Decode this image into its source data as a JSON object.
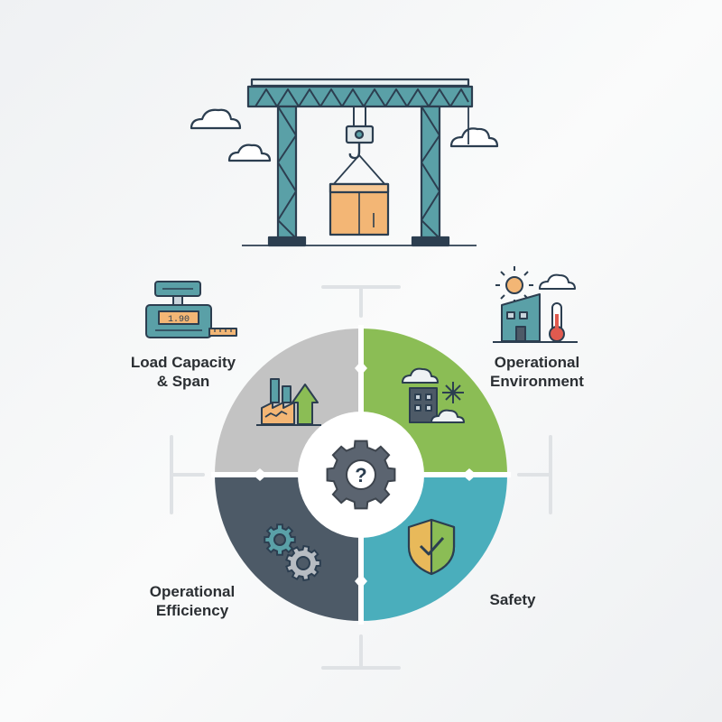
{
  "quadrants": [
    {
      "id": "load-capacity",
      "lines": [
        "Load Capacity",
        "& Span"
      ],
      "color": "#c3c3c3"
    },
    {
      "id": "operational-environment",
      "lines": [
        "Operational",
        "Environment"
      ],
      "color": "#8bbd55"
    },
    {
      "id": "operational-efficiency",
      "lines": [
        "Operational",
        "Efficiency"
      ],
      "color": "#4d5a67"
    },
    {
      "id": "safety",
      "lines": [
        "Safety"
      ],
      "color": "#4aaebc"
    }
  ],
  "scale_display": "1.90",
  "center_icon": "question-gear-icon",
  "colors": {
    "crane": "#5aa0a7",
    "crate": "#f3b675",
    "outline": "#2c3e50",
    "center": "#5b6470"
  }
}
